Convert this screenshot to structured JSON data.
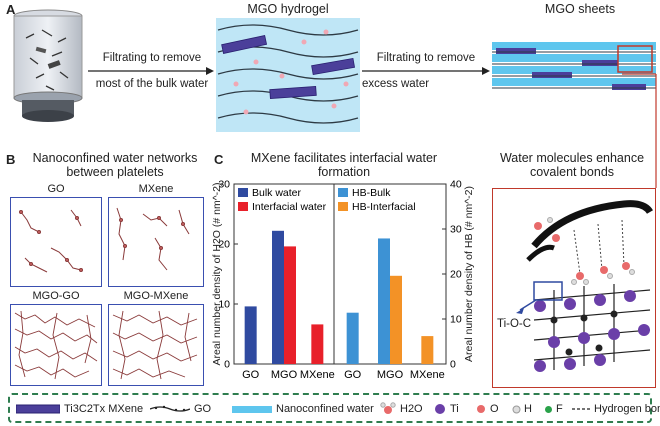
{
  "panel_a": {
    "letter": "A",
    "title_hydrogel": "MGO hydrogel",
    "title_sheets": "MGO sheets",
    "arrow1_line1": "Filtrating to remove",
    "arrow1_line2": "most of the bulk water",
    "arrow2_line1": "Filtrating to remove",
    "arrow2_line2": "excess water"
  },
  "panel_b": {
    "letter": "B",
    "title_line1": "Nanoconfined water networks",
    "title_line2": "between platelets",
    "labels": [
      "GO",
      "MXene",
      "MGO-GO",
      "MGO-MXene"
    ]
  },
  "panel_c": {
    "letter": "C",
    "title_line1": "MXene facilitates interfacial water",
    "title_line2": "formation"
  },
  "panel_d": {
    "title_line1": "Water molecules enhance",
    "title_line2": "covalent bonds",
    "bond_label": "Ti-O-C"
  },
  "chart_data": {
    "type": "bar",
    "title": "MXene facilitates interfacial water formation",
    "left_group": {
      "categories": [
        "GO",
        "MGO",
        "MXene"
      ],
      "ylabel": "Areal number density of H2O (# nm^-2)",
      "series": [
        {
          "name": "Bulk water",
          "color": "#2f4aa0",
          "values": [
            9.6,
            22.2,
            null
          ]
        },
        {
          "name": "Interfacial water",
          "color": "#e8202a",
          "values": [
            null,
            19.6,
            6.6
          ]
        }
      ]
    },
    "right_group": {
      "categories": [
        "GO",
        "MGO",
        "MXene"
      ],
      "ylabel": "Areal number density of HB (# nm^-2)",
      "ylim": [
        0,
        40
      ],
      "yticks": [
        "0",
        "10",
        "20",
        "30",
        "40"
      ],
      "series": [
        {
          "name": "HB-Bulk",
          "color": "#3d92d4",
          "values": [
            11.4,
            27.9,
            null
          ]
        },
        {
          "name": "HB-Interfacial",
          "color": "#f39226",
          "values": [
            null,
            19.6,
            6.2
          ]
        }
      ]
    },
    "ylim": [
      0,
      30
    ],
    "yticks": [
      "0",
      "10",
      "20",
      "30"
    ]
  },
  "legend": {
    "mxene": "Ti3C2Tx MXene",
    "go": "GO",
    "water": "Nanoconfined water",
    "h2o": "H2O",
    "ti": "Ti",
    "o": "O",
    "h": "H",
    "f": "F",
    "hbond": "Hydrogen bond"
  },
  "colors": {
    "mxene": "#4b3f9a",
    "water": "#5ec6ee",
    "border_red": "#c0392b",
    "panel_blue": "#3a4fb0"
  }
}
